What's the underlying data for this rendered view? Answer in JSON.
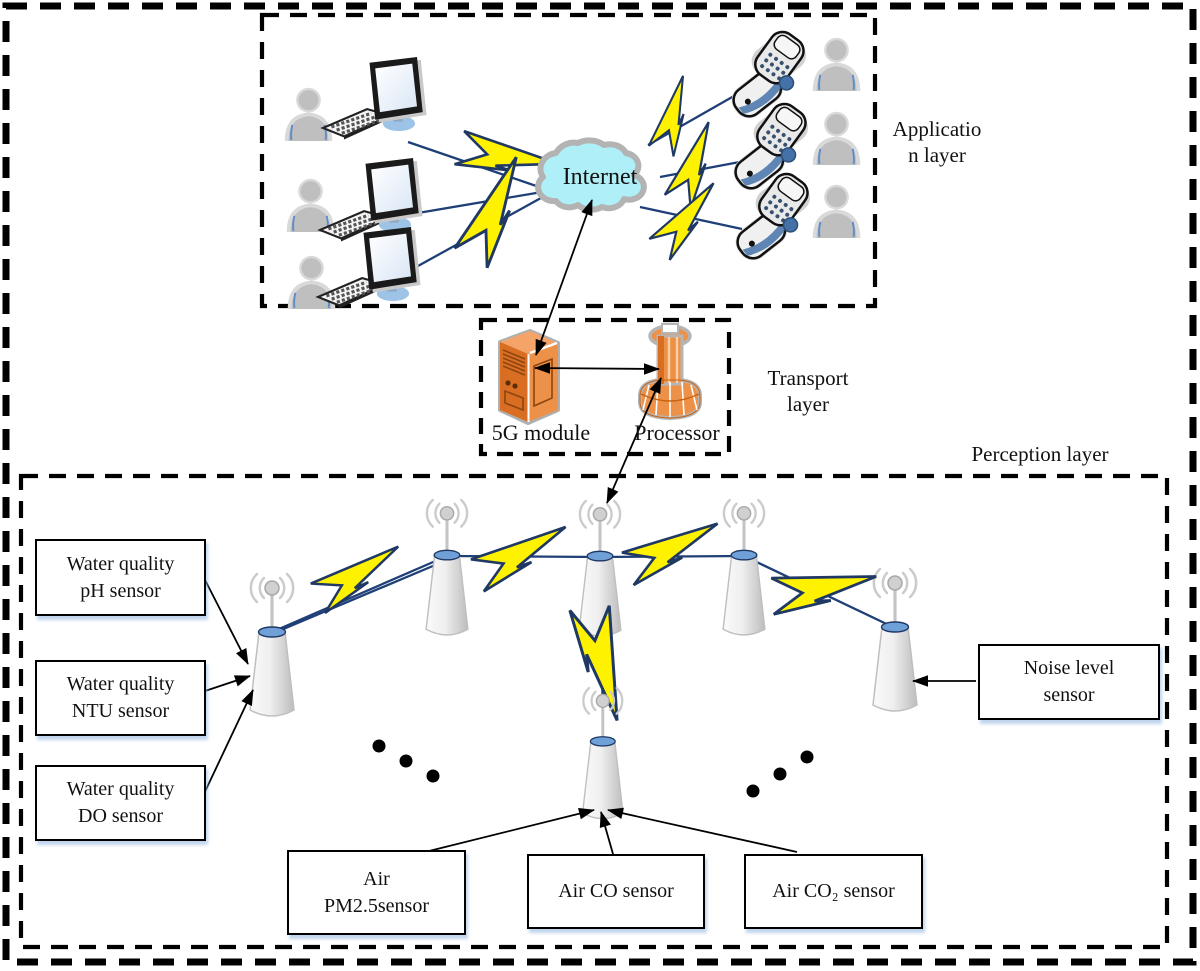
{
  "layers": {
    "application": {
      "label_line1": "Applicatio",
      "label_line2": "n layer"
    },
    "transport": {
      "label_line1": "Transport",
      "label_line2": "layer"
    },
    "perception": {
      "label": "Perception layer"
    }
  },
  "internet": {
    "label": "Internet"
  },
  "transport_devices": {
    "module_5g_label": "5G module",
    "processor_label": "Processor"
  },
  "sensor_boxes": {
    "water_ph": {
      "lines": [
        "Water quality",
        "pH sensor"
      ]
    },
    "water_ntu": {
      "lines": [
        "Water quality",
        "NTU sensor"
      ]
    },
    "water_do": {
      "lines": [
        "Water quality",
        "DO sensor"
      ]
    },
    "noise": {
      "lines": [
        "Noise level",
        "sensor"
      ]
    },
    "air_pm25": {
      "lines": [
        "Air",
        "PM2.5sensor"
      ]
    },
    "air_co": {
      "lines": [
        "Air CO sensor"
      ]
    },
    "air_co2": {
      "lines": [
        "Air CO₂ sensor"
      ]
    }
  },
  "icons": {
    "cloud": "internet-cloud",
    "bolt": "lightning-bolt",
    "tower": "wireless-sensor-tower",
    "user": "user-silhouette",
    "computer": "desktop-monitor",
    "keyboard": "keyboard",
    "phone": "flip-phone",
    "server": "5g-server-cabinet",
    "processor": "processor-pedestal",
    "ellipsis": "continuation-dots"
  },
  "colors": {
    "bolt_yellow": "#FFF200",
    "bolt_outline": "#1F3864",
    "cloud_fill": "#AEEFF8",
    "device_orange": "#ED9148",
    "line_navy": "#1F3F77",
    "tower_top_blue": "#6FA0D8",
    "box_shadow_blue": "#C9DCF0"
  }
}
